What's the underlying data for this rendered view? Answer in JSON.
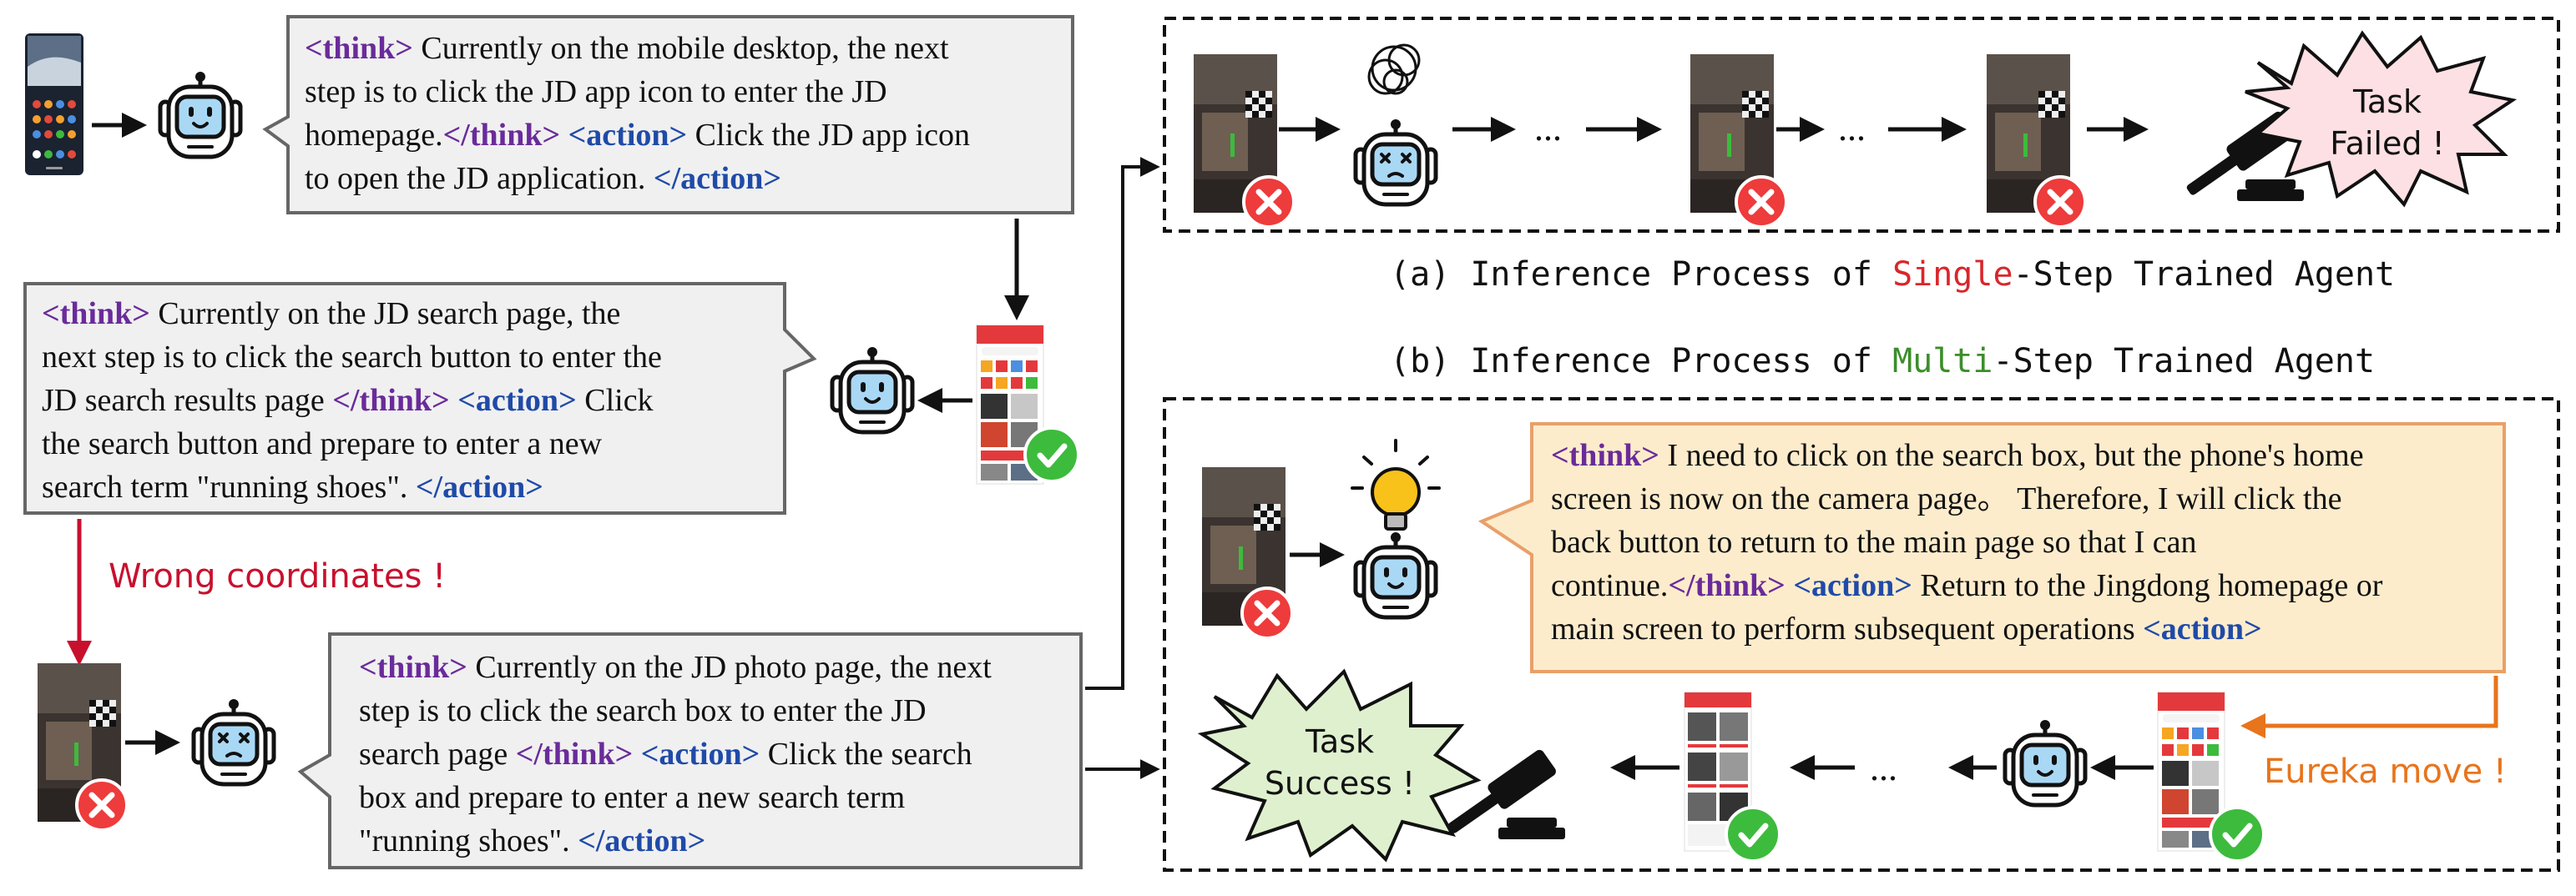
{
  "think_open": "<think>",
  "think_close": "</think>",
  "action_open": "<action>",
  "action_close": "</action>",
  "ellipsis": "...",
  "bubble1": {
    "line1": " Currently on the mobile desktop, the next",
    "line2": "step is to click the JD app icon to enter the JD",
    "line3": "homepage.",
    "line3b": " Click the JD app icon",
    "line4": "to open the JD application. "
  },
  "bubble2": {
    "line1": " Currently on the JD search page, the",
    "line2": "next step is to click the search button to enter the",
    "line3": "JD search results page ",
    "line3b": " Click",
    "line4": "the search button and prepare to enter a new",
    "line5": "search term \"running shoes\". "
  },
  "bubble3": {
    "line1": " Currently on the JD photo page, the next",
    "line2": "step is to click the search box to enter the JD",
    "line3": "search page ",
    "line3b": " Click the search",
    "line4": "box and prepare to enter a new search term",
    "line5": "\"running shoes\". "
  },
  "bubble4": {
    "line1": " I need to click on the search box, but the phone's home",
    "line2": "screen is now on the camera page。 Therefore, I will click the",
    "line3": "back button to return to the main page so that I can",
    "line4": "continue.",
    "line4b": " Return to the Jingdong homepage or",
    "line5": "main screen to perform subsequent operations "
  },
  "wrong_coordinates": "Wrong coordinates !",
  "eureka_move": "Eureka move !",
  "task_failed": {
    "line1": "Task",
    "line2": "Failed !"
  },
  "task_success": {
    "line1": "Task",
    "line2": "Success !"
  },
  "caption_a": {
    "prefix": "(a) Inference Process of ",
    "highlight": "Single",
    "suffix": "-Step Trained Agent"
  },
  "caption_b": {
    "prefix": "(b) Inference Process of ",
    "highlight": "Multi",
    "suffix": "-Step Trained Agent"
  },
  "colors": {
    "think_tag": "#6a2b9a",
    "action_tag": "#1f4aa8",
    "wrong_red": "#c8102e",
    "eureka_orange": "#e8741c",
    "single_red": "#d9262b",
    "multi_green": "#3b8e2a",
    "fail_burst": "#fde0e3",
    "success_burst": "#dff0cf",
    "bubble_gray": "#f0f0f0",
    "bubble_orange_bg": "#fdeccc",
    "robot_blue": "#a9d8f5",
    "check_green": "#3dbb3d",
    "cross_red": "#ee3b3b"
  }
}
